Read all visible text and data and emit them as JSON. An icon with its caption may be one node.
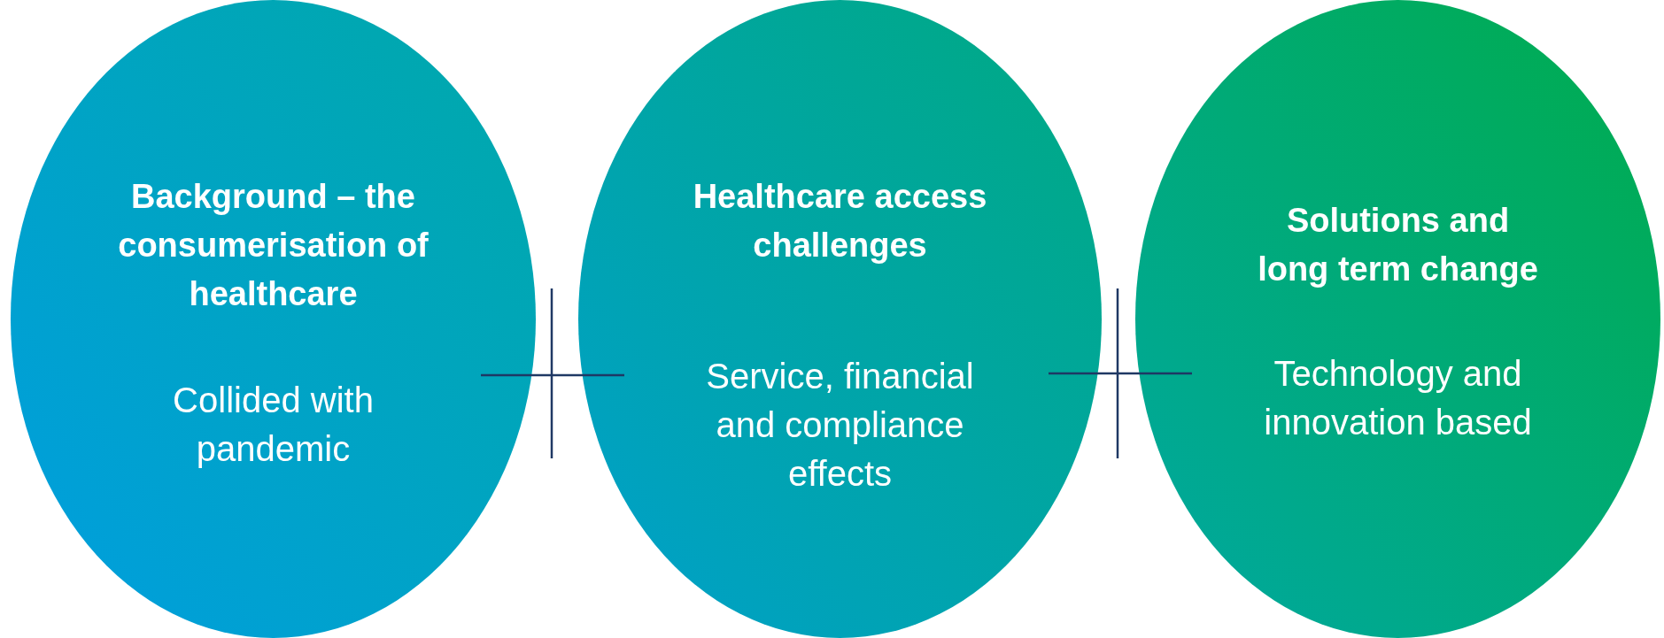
{
  "diagram": {
    "nodes": [
      {
        "text": [
          "Background – the consumerisation of healthcare",
          "Collided with pandemic"
        ]
      },
      {
        "text": [
          "Healthcare access challenges",
          "Service, financial and compliance effects"
        ]
      },
      {
        "text": [
          "Solutions and long term change",
          "Technology and innovation based"
        ]
      }
    ]
  }
}
